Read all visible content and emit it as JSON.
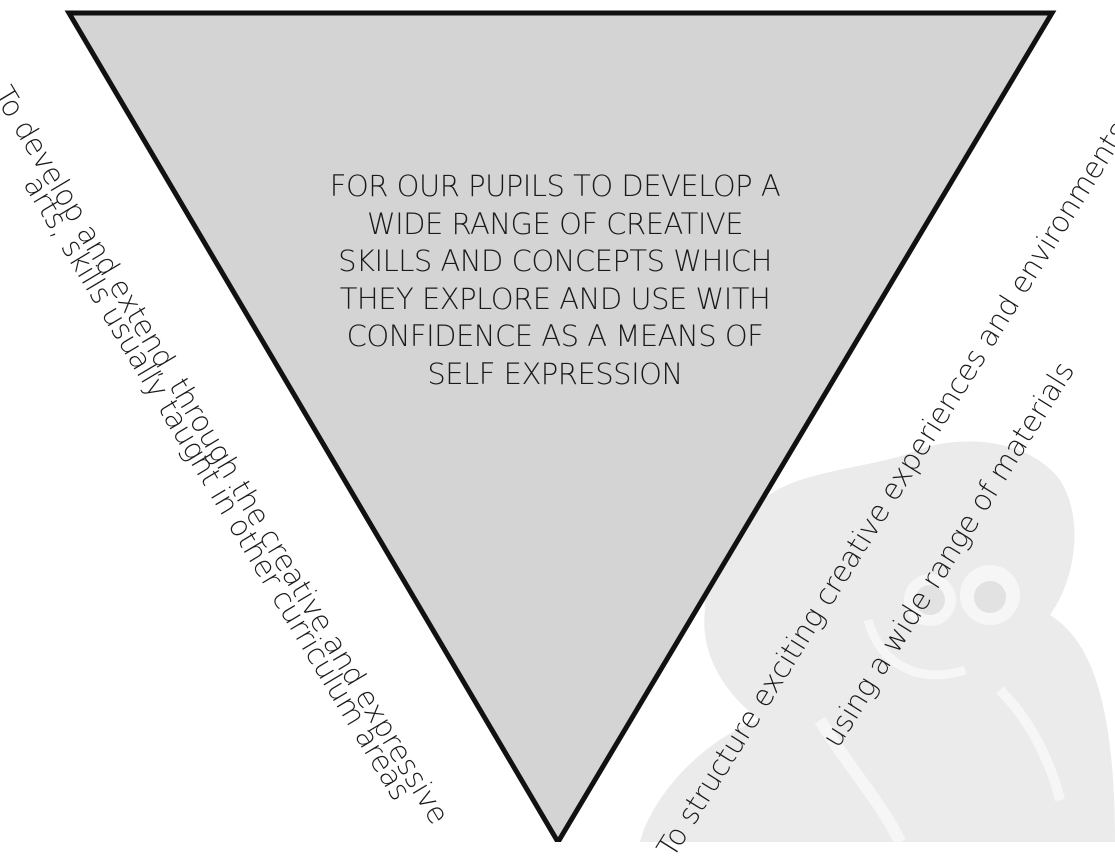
{
  "center": {
    "lines": [
      "FOR OUR PUPILS TO DEVELOP A",
      "WIDE RANGE OF CREATIVE",
      "SKILLS AND CONCEPTS WHICH",
      "THEY EXPLORE AND USE WITH",
      "CONFIDENCE AS A MEANS OF",
      "SELF EXPRESSION"
    ]
  },
  "left": {
    "line1": "To develop and extend, through the creative and expressive",
    "line2": "arts, skills usually taught in other curriculum areas"
  },
  "right": {
    "line1": "To structure exciting creative experiences and environments",
    "line2": "using a wide range of materials"
  },
  "colors": {
    "triangle_fill": "#d4d4d4",
    "triangle_stroke": "#111111",
    "watermark": "#ebebeb"
  }
}
